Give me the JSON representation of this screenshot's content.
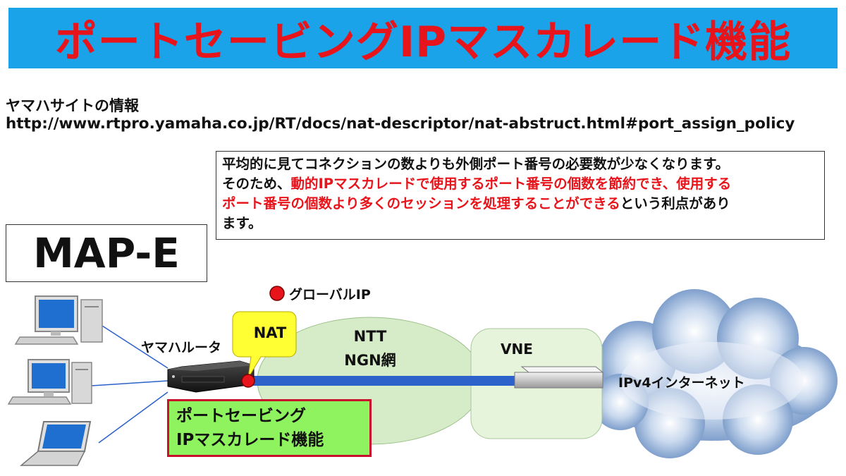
{
  "title": "ポートセービングIPマスカレード機能",
  "source": {
    "label": "ヤマハサイトの情報",
    "url": "http://www.rtpro.yamaha.co.jp/RT/docs/nat-descriptor/nat-abstruct.html#port_assign_policy"
  },
  "callout": {
    "line1": "平均的に見てコネクションの数よりも外側ポート番号の必要数が少なくなります。",
    "line2_prefix": "そのため、",
    "line2_red": "動的IPマスカレードで使用するポート番号の個数を節約でき、使用する",
    "line3_red": "ポート番号の個数より多くのセッションを処理することができる",
    "line3_suffix": "という利点があり",
    "line4": "ます。"
  },
  "mape_label": "MAP-E",
  "legend": {
    "global_ip": "グローバルIP",
    "dot_color": "#e8141b"
  },
  "diagram": {
    "router_label": "ヤマハルータ",
    "nat_label": "NAT",
    "ntt_line1": "NTT",
    "ntt_line2": "NGN網",
    "vne_label": "VNE",
    "internet_label": "IPv4インターネット",
    "feature_line1": "ポートセービング",
    "feature_line2": "IPマスカレード機能"
  },
  "colors": {
    "title_bg": "#1aa3e8",
    "title_text": "#e8141b",
    "highlight_text": "#e8141b",
    "nat_bubble": "#ffff33",
    "ngn_cloud": "#d6ecc8",
    "vne_box": "#e6f4dc",
    "internet_cloud": "#6d93c7",
    "link_line": "#2c62c9",
    "feature_box": "#8ef35e"
  }
}
